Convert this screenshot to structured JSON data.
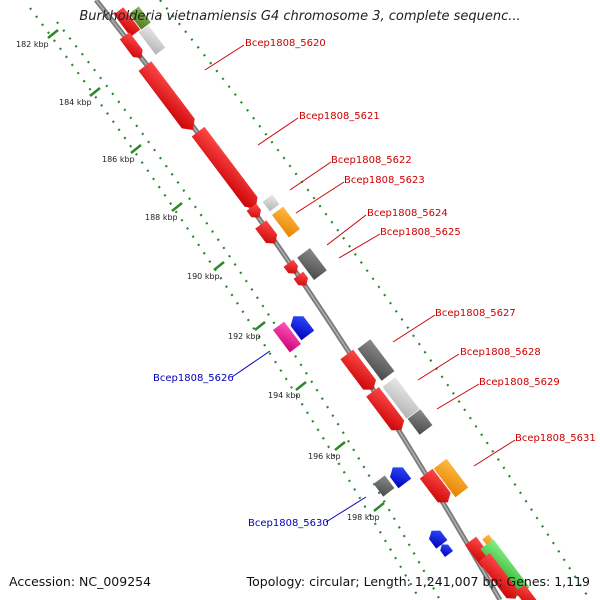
{
  "title": "Burkholderia vietnamiensis G4 chromosome 3, complete sequenc...",
  "footer": {
    "accession": "Accession: NC_009254",
    "summary": "Topology: circular; Length: 1,241,007 bp; Genes: 1,119"
  },
  "ticks": [
    "182 kbp",
    "184 kbp",
    "186 kbp",
    "188 kbp",
    "190 kbp",
    "192 kbp",
    "194 kbp",
    "196 kbp",
    "198 kbp"
  ],
  "gene_labels": [
    {
      "text": "Bcep1808_5620",
      "color": "#cc0000"
    },
    {
      "text": "Bcep1808_5621",
      "color": "#cc0000"
    },
    {
      "text": "Bcep1808_5622",
      "color": "#cc0000"
    },
    {
      "text": "Bcep1808_5623",
      "color": "#cc0000"
    },
    {
      "text": "Bcep1808_5624",
      "color": "#cc0000"
    },
    {
      "text": "Bcep1808_5625",
      "color": "#cc0000"
    },
    {
      "text": "Bcep1808_5627",
      "color": "#cc0000"
    },
    {
      "text": "Bcep1808_5628",
      "color": "#cc0000"
    },
    {
      "text": "Bcep1808_5629",
      "color": "#cc0000"
    },
    {
      "text": "Bcep1808_5631",
      "color": "#cc0000"
    },
    {
      "text": "Bcep1808_5626",
      "color": "#0000bb"
    },
    {
      "text": "Bcep1808_5630",
      "color": "#0000bb"
    }
  ],
  "colors": {
    "backbone": "#8c8c8c",
    "dotted_track": "#2a8a2a",
    "forward_red": "#ee0000",
    "dark_gray": "#666666",
    "light_gray": "#cccccc",
    "orange": "#ff9900",
    "blue": "#0000ee",
    "magenta": "#ee1199",
    "green": "#44cc44",
    "olive": "#669933"
  }
}
